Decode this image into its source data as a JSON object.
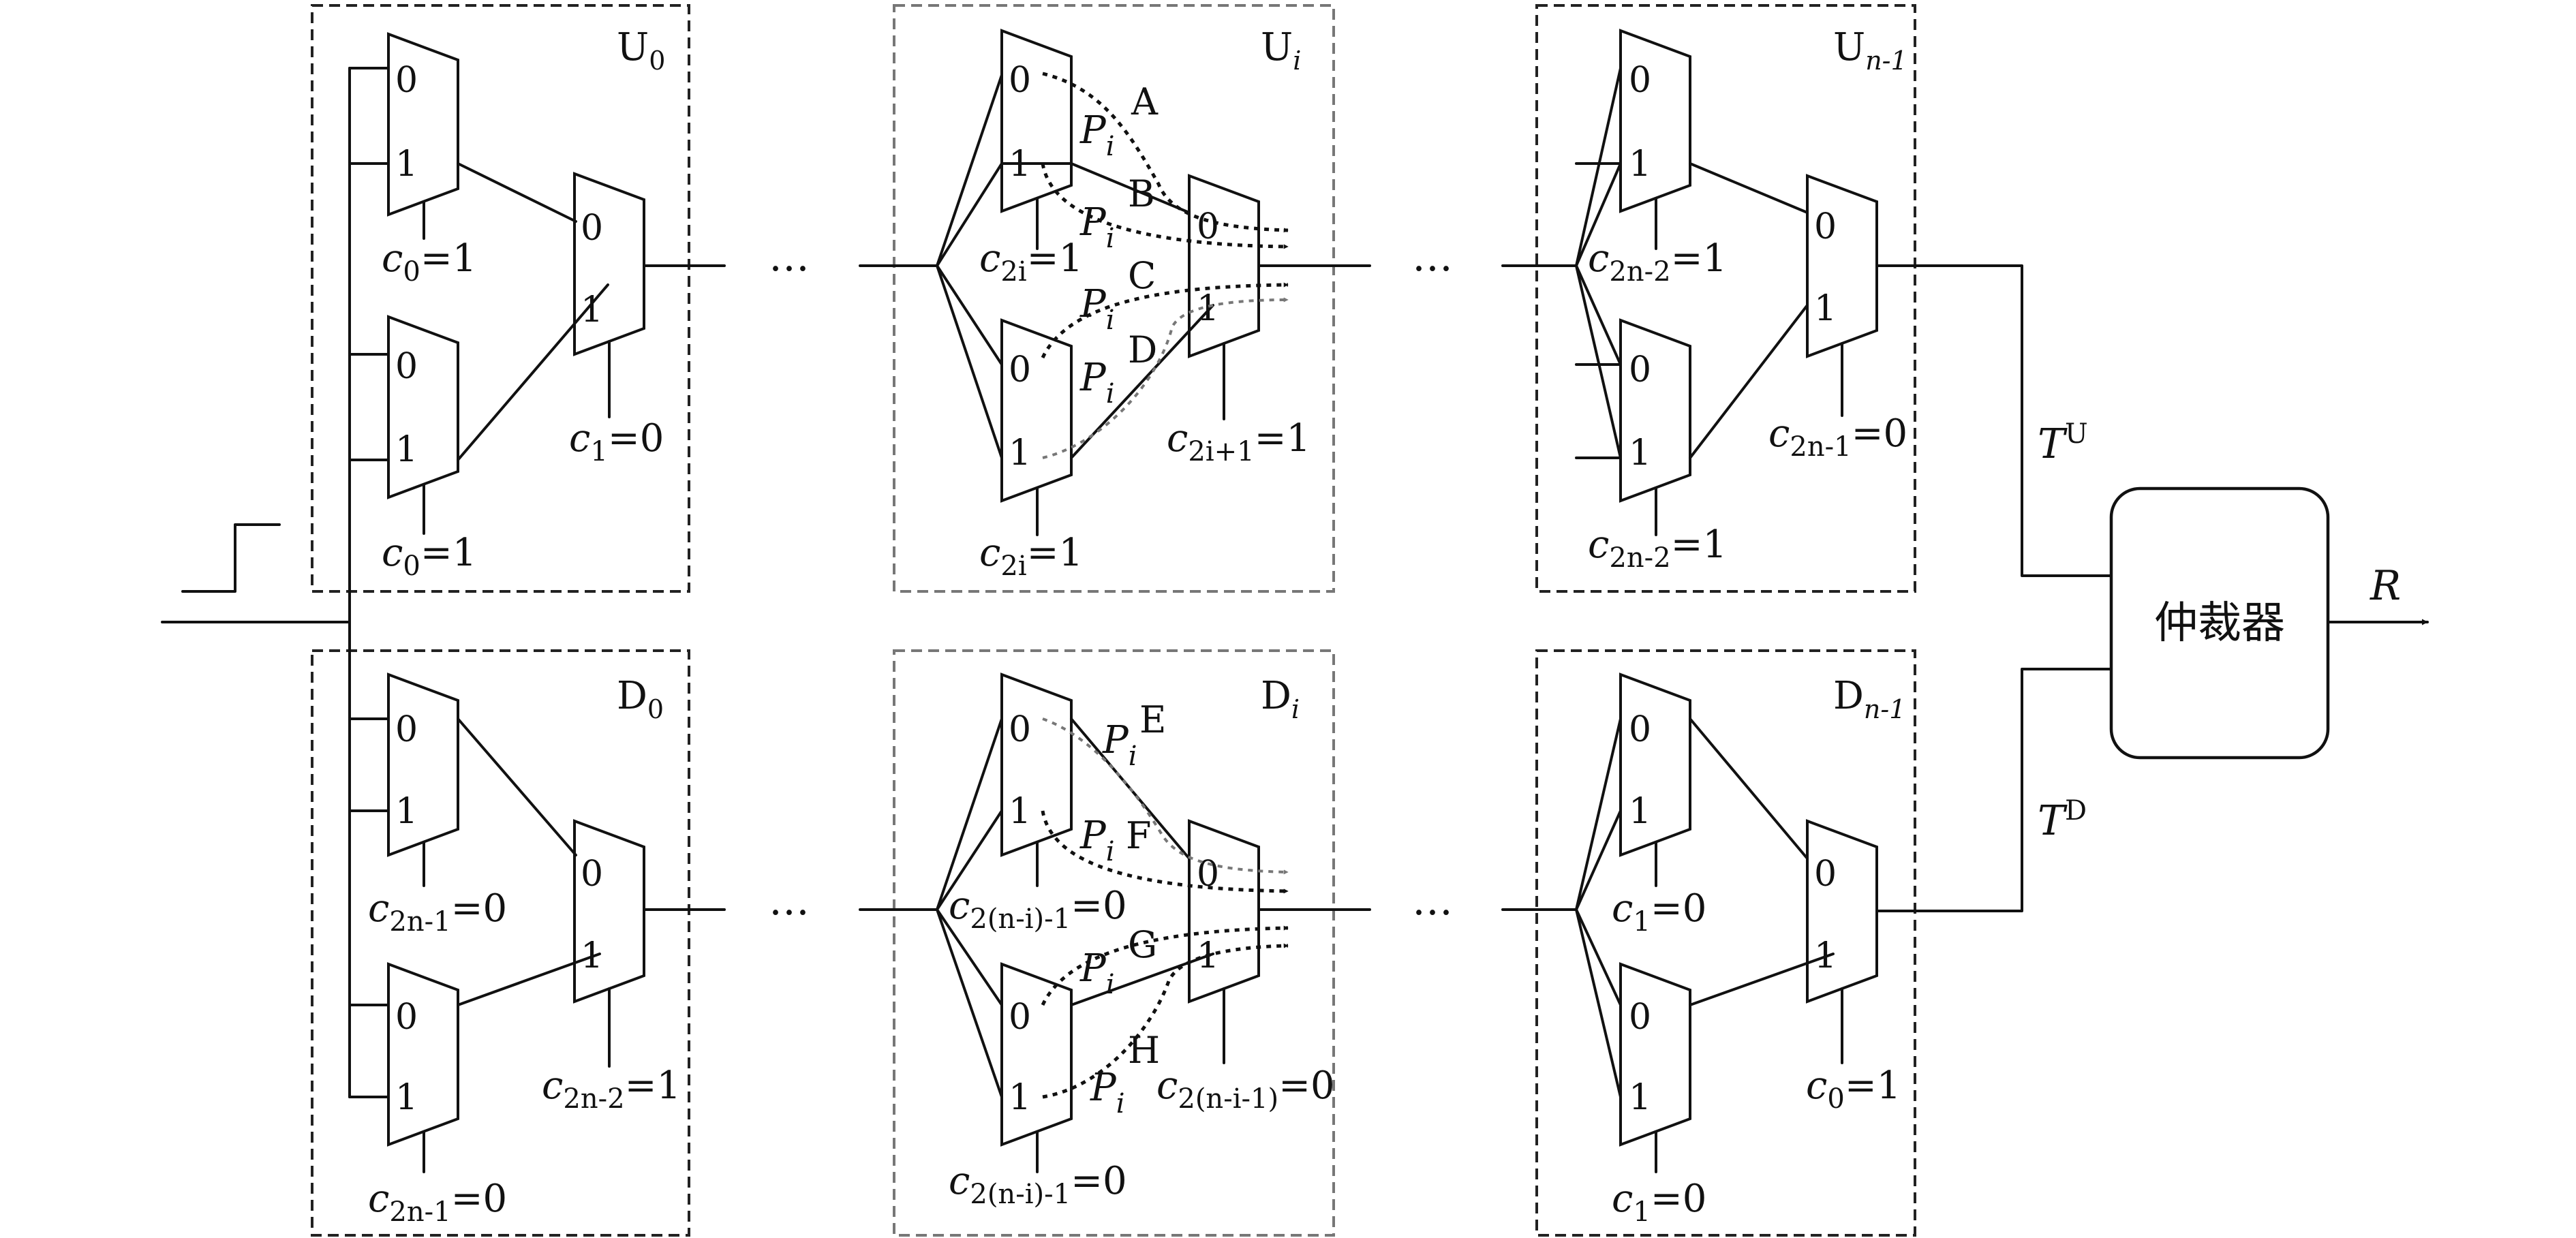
{
  "colors": {
    "line": "#111111",
    "grey_path": "#777777",
    "background": "#ffffff"
  },
  "blocks": {
    "U0": {
      "name": "U",
      "sub": "0"
    },
    "Ui": {
      "name": "U",
      "sub": "i"
    },
    "Un1": {
      "name": "U",
      "sub": "n-1"
    },
    "D0": {
      "name": "D",
      "sub": "0"
    },
    "Di": {
      "name": "D",
      "sub": "i"
    },
    "Dn1": {
      "name": "D",
      "sub": "n-1"
    }
  },
  "mux_inputs": {
    "zero": "0",
    "one": "1"
  },
  "ellipsis": "…",
  "controls": {
    "U0_top": {
      "var": "c",
      "sub": "0",
      "value": "=1"
    },
    "U0_bot": {
      "var": "c",
      "sub": "0",
      "value": "=1"
    },
    "U0_out": {
      "var": "c",
      "sub": "1",
      "value": "=0"
    },
    "Ui_top": {
      "var": "c",
      "sub": "2i",
      "value": "=1"
    },
    "Ui_bot": {
      "var": "c",
      "sub": "2i",
      "value": "=1"
    },
    "Ui_out": {
      "var": "c",
      "sub": "2i+1",
      "value": "=1"
    },
    "Un_top": {
      "var": "c",
      "sub": "2n-2",
      "value": "=1"
    },
    "Un_bot": {
      "var": "c",
      "sub": "2n-2",
      "value": "=1"
    },
    "Un_out": {
      "var": "c",
      "sub": "2n-1",
      "value": "=0"
    },
    "D0_top": {
      "var": "c",
      "sub": "2n-1",
      "value": "=0"
    },
    "D0_bot": {
      "var": "c",
      "sub": "2n-1",
      "value": "=0"
    },
    "D0_out": {
      "var": "c",
      "sub": "2n-2",
      "value": "=1"
    },
    "Di_top": {
      "var": "c",
      "sub": "2(n-i)-1",
      "value": "=0"
    },
    "Di_bot": {
      "var": "c",
      "sub": "2(n-i)-1",
      "value": "=0"
    },
    "Di_out": {
      "var": "c",
      "sub": "2(n-i-1)",
      "value": "=0"
    },
    "Dn_top": {
      "var": "c",
      "sub": "1",
      "value": "=0"
    },
    "Dn_bot": {
      "var": "c",
      "sub": "1",
      "value": "=0"
    },
    "Dn_out": {
      "var": "c",
      "sub": "0",
      "value": "=1"
    }
  },
  "path_labels": {
    "A": {
      "letter": "A",
      "var": "P",
      "sub": "i"
    },
    "B": {
      "letter": "B",
      "var": "P",
      "sub": "i"
    },
    "C": {
      "letter": "C",
      "var": "P",
      "sub": "i"
    },
    "D": {
      "letter": "D",
      "var": "P",
      "sub": "i"
    },
    "E": {
      "letter": "E",
      "var": "P",
      "sub": "i"
    },
    "F": {
      "letter": "F",
      "var": "P",
      "sub": "i"
    },
    "G": {
      "letter": "G",
      "var": "P",
      "sub": "i"
    },
    "H": {
      "letter": "H",
      "var": "P",
      "sub": "i"
    }
  },
  "outputs": {
    "TU": {
      "var": "T",
      "sup": "U"
    },
    "TD": {
      "var": "T",
      "sup": "D"
    },
    "R": {
      "var": "R"
    }
  },
  "arbiter": {
    "label": "仲裁器"
  }
}
